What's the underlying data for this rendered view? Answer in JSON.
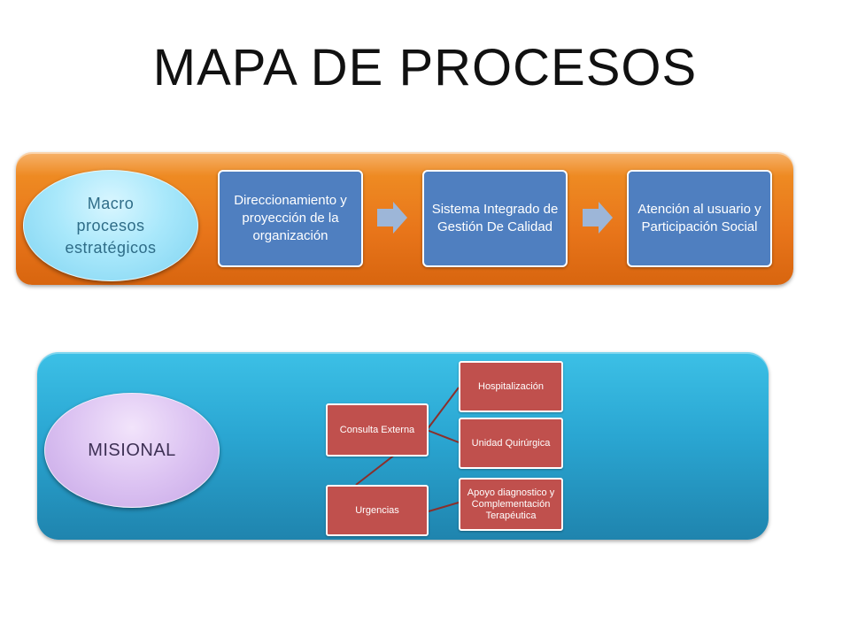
{
  "title": "MAPA DE PROCESOS",
  "strategic": {
    "label_lines": [
      "Macro",
      "procesos",
      "estratégicos"
    ],
    "processes": [
      "Direccionamiento y proyección de la organización",
      "Sistema Integrado de Gestión De Calidad",
      "Atención al usuario y Participación Social"
    ]
  },
  "misional": {
    "label": "MISIONAL",
    "nodes": {
      "consulta_externa": "Consulta Externa",
      "urgencias": "Urgencias",
      "hospitalizacion": "Hospitalización",
      "unidad_quirurgica": "Unidad Quirúrgica",
      "apoyo": "Apoyo diagnostico y Complementación Terapéutica"
    }
  },
  "colors": {
    "strategic_band": "#e8751a",
    "misional_band": "#2aa6d2",
    "process_box": "#4f7fc0",
    "misional_node": "#c0504d",
    "connector": "#8b2f2b",
    "arrow": "#9db6d8"
  }
}
